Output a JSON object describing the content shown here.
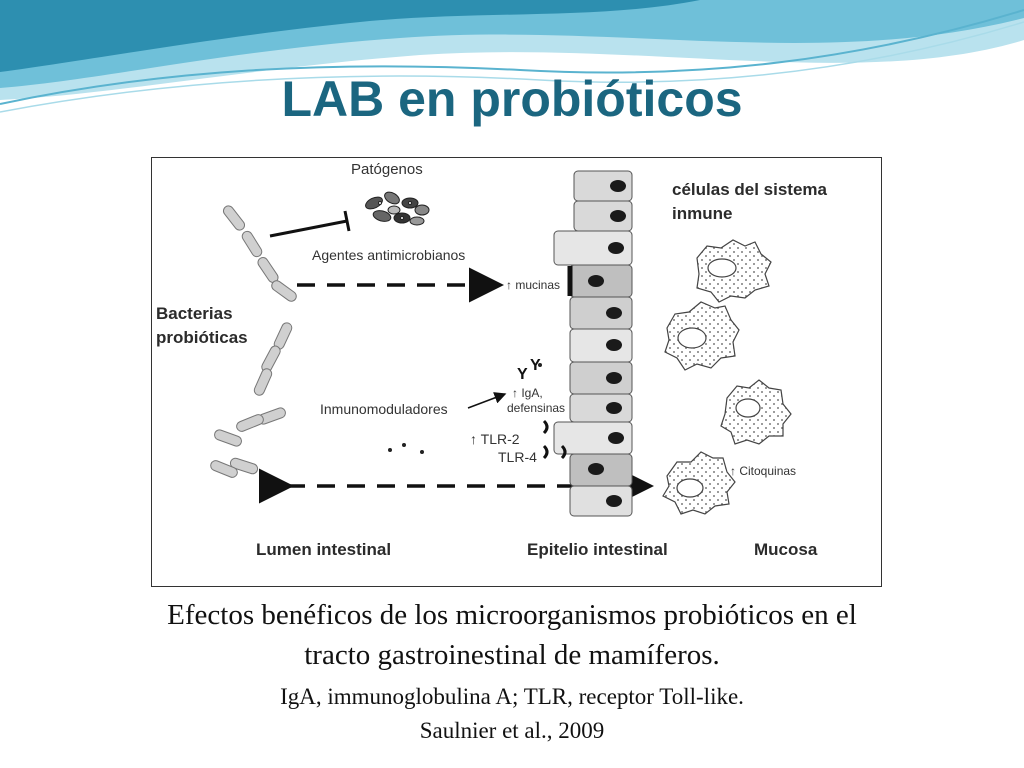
{
  "slide": {
    "title": "LAB en probióticos"
  },
  "diagram": {
    "labels": {
      "patogenos": "Patógenos",
      "celulas_sistema": "células del sistema",
      "inmune": "inmune",
      "agentes": "Agentes antimicrobianos",
      "mucinas": "↑ mucinas",
      "bacterias": "Bacterias",
      "probioticas": "probióticas",
      "inmunomoduladores": "Inmunomoduladores",
      "iga": "↑ IgA,",
      "defensinas": "defensinas",
      "tlr2": "↑ TLR-2",
      "tlr4": "TLR-4",
      "citoquinas": "↑ Citoquinas",
      "lumen": "Lumen intestinal",
      "epitelio": "Epitelio intestinal",
      "mucosa": "Mucosa"
    }
  },
  "caption": {
    "line1": "Efectos benéficos de los microorganismos probióticos en el",
    "line2": "tracto gastroinestinal de mamíferos.",
    "line3": "IgA,  immunoglobulina A; TLR, receptor Toll-like.",
    "line4": "Saulnier et al., 2009"
  },
  "colors": {
    "title": "#1b6680",
    "wave_dark": "#2d8fb0",
    "wave_light": "#9fd6e6"
  }
}
